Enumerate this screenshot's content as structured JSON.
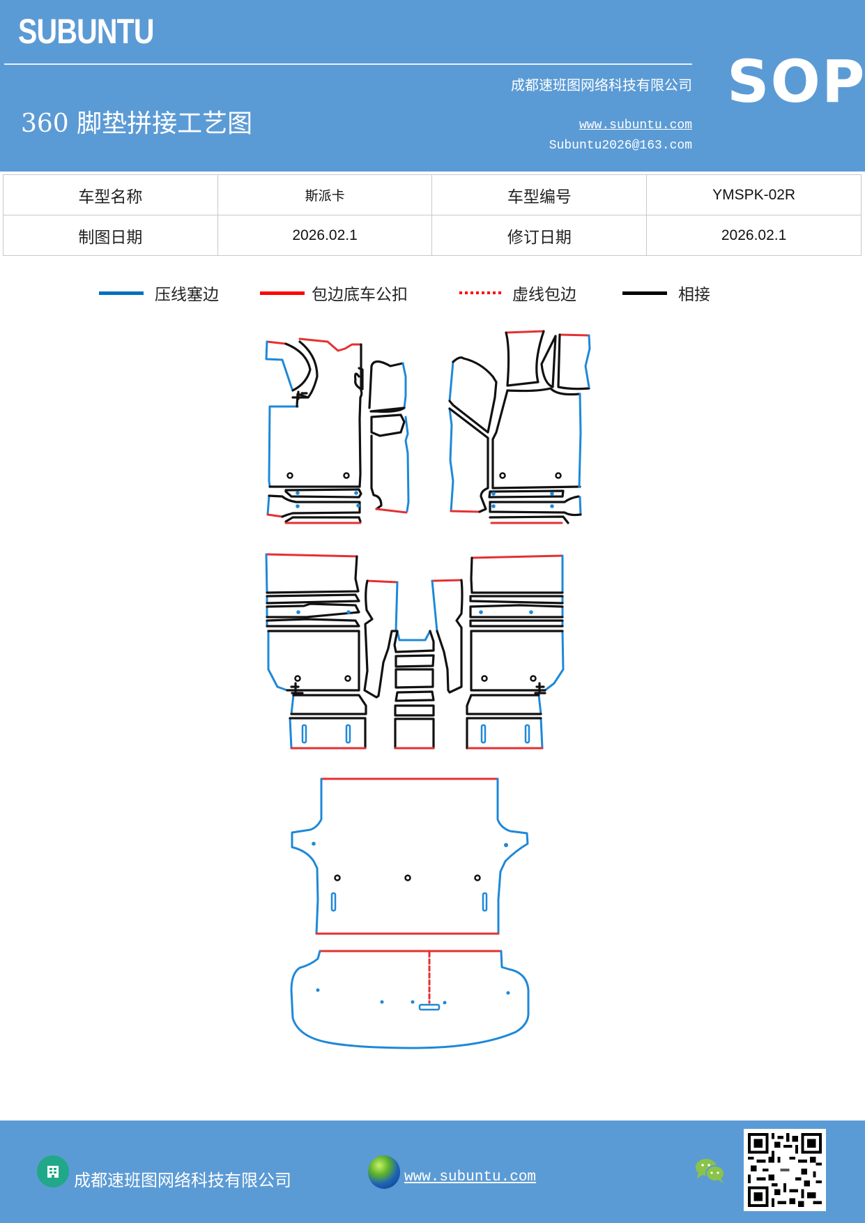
{
  "header": {
    "brand": "SUBUNTU",
    "title": "360 脚垫拼接工艺图",
    "company": "成都速班图网络科技有限公司",
    "website": "www.subuntu.com",
    "email": "Subuntu2026@163.com",
    "badge": "SOP",
    "background_color": "#5b9bd5"
  },
  "info_table": {
    "rows": [
      {
        "label1": "车型名称",
        "value1": "斯派卡",
        "label2": "车型编号",
        "value2": "YMSPK-02R"
      },
      {
        "label1": "制图日期",
        "value1": "2026.02.1",
        "label2": "修订日期",
        "value2": "2026.02.1"
      }
    ]
  },
  "legend": {
    "items": [
      {
        "label": "压线塞边",
        "style": "solid",
        "color": "#0070c0"
      },
      {
        "label": "包边底车公扣",
        "style": "solid",
        "color": "#ff0000"
      },
      {
        "label": "虚线包边",
        "style": "dotted",
        "color": "#ff0000"
      },
      {
        "label": "相接",
        "style": "solid",
        "color": "#000000"
      }
    ]
  },
  "drawing": {
    "description": "Floor mat splice diagram — front left, front right, rear left, rear center, rear right, cargo area, cargo extension",
    "colors": {
      "press_edge": "#1e88d8",
      "wrap_edge": "#e53030",
      "joint": "#111111"
    }
  },
  "footer": {
    "company": "成都速班图网络科技有限公司",
    "website": "www.subuntu.com ",
    "icons": [
      "building-icon",
      "globe-icon",
      "wechat-icon",
      "qr-code"
    ]
  }
}
